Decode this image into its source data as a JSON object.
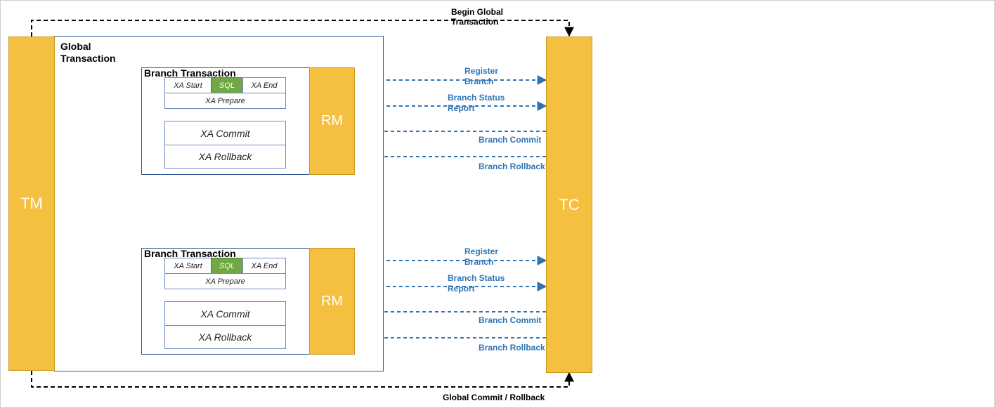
{
  "tm_label": "TM",
  "tc_label": "TC",
  "global_transaction_label": "Global\nTransaction",
  "begin_global_label": "Begin Global\nTransaction",
  "global_commit_label": "Global Commit / Rollback",
  "branches": [
    {
      "title": "Branch Transaction",
      "rm_label": "RM",
      "xa_start": "XA Start",
      "sql": "SQL",
      "xa_end": "XA End",
      "xa_prepare": "XA Prepare",
      "xa_commit": "XA Commit",
      "xa_rollback": "XA Rollback",
      "register_branch": "Register\nBranch",
      "branch_status_report": "Branch Status\nReport",
      "branch_commit": "Branch Commit",
      "branch_rollback": "Branch Rollback"
    },
    {
      "title": "Branch Transaction",
      "rm_label": "RM",
      "xa_start": "XA Start",
      "sql": "SQL",
      "xa_end": "XA End",
      "xa_prepare": "XA Prepare",
      "xa_commit": "XA Commit",
      "xa_rollback": "XA Rollback",
      "register_branch": "Register\nBranch",
      "branch_status_report": "Branch Status\nReport",
      "branch_commit": "Branch Commit",
      "branch_rollback": "Branch Rollback"
    }
  ],
  "colors": {
    "component_fill": "#f5bf3f",
    "sql_fill": "#70a845",
    "arrow_blue": "#2e74b5",
    "box_border": "#2f5597"
  }
}
